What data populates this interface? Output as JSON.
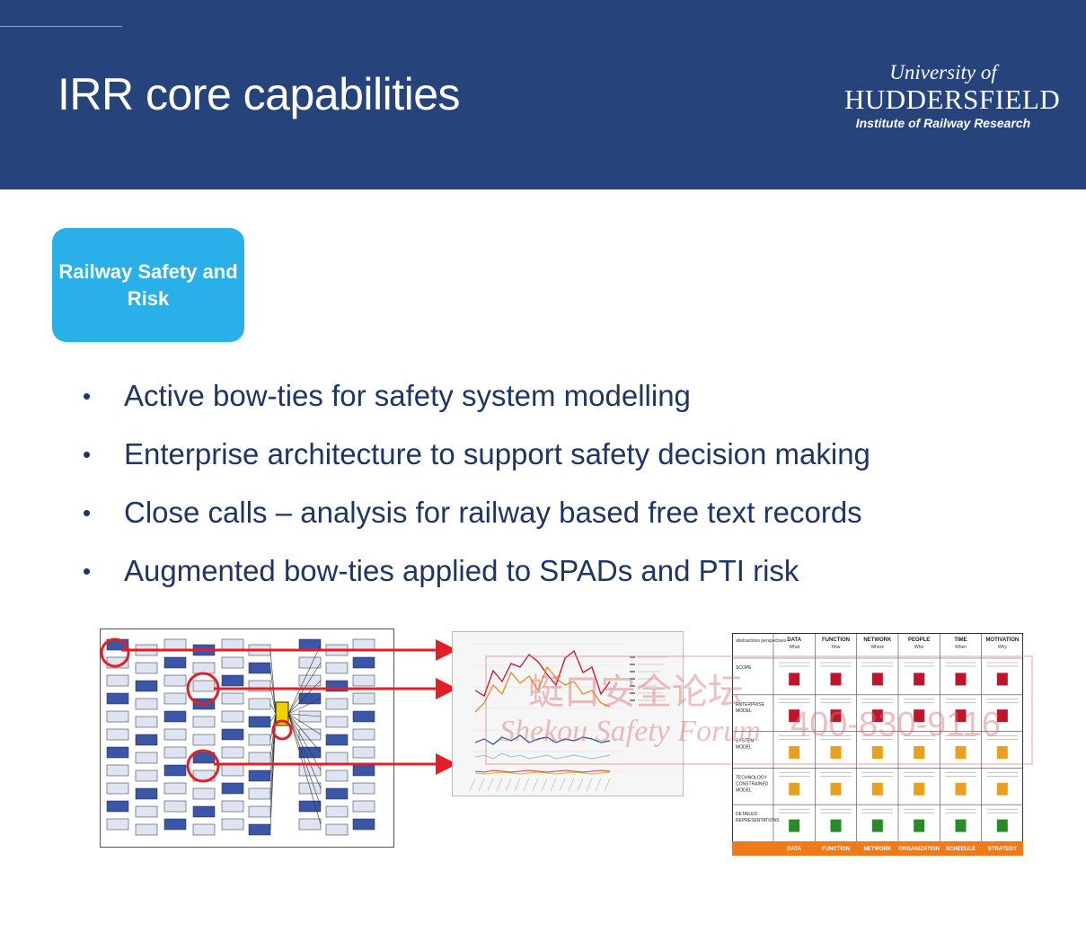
{
  "header": {
    "title": "IRR core capabilities",
    "logo": {
      "university": "University of",
      "name": "HUDDERSFIELD",
      "institute": "Institute of Railway Research"
    }
  },
  "tag": {
    "label": "Railway Safety and Risk"
  },
  "bullets": [
    "Active bow-ties for safety system modelling",
    "Enterprise architecture to support safety decision making",
    "Close calls – analysis for railway based free text records",
    "Augmented bow-ties applied to SPADs and PTI risk"
  ],
  "watermark": {
    "cn": "蜓口安全论坛",
    "en": "Shekou Safety Forum",
    "num": "400-830-9116"
  },
  "zachman": {
    "columns": [
      {
        "head": "DATA",
        "sub": "What"
      },
      {
        "head": "FUNCTION",
        "sub": "How"
      },
      {
        "head": "NETWORK",
        "sub": "Where"
      },
      {
        "head": "PEOPLE",
        "sub": "Who"
      },
      {
        "head": "TIME",
        "sub": "When"
      },
      {
        "head": "MOTIVATION",
        "sub": "Why"
      }
    ],
    "rows": [
      "SCOPE",
      "ENTERPRISE MODEL",
      "SYSTEM MODEL",
      "TECHNOLOGY CONSTRAINED MODEL",
      "DETAILED REPRESENTATIONS"
    ],
    "footer": [
      "DATA",
      "FUNCTION",
      "NETWORK",
      "ORGANIZATION",
      "SCHEDULE",
      "STRATEGY"
    ],
    "corner": "abstractions perspectives"
  },
  "colors": {
    "header_bg": "#27437c",
    "tag_bg": "#29b0e8",
    "bullet_text": "#1e3566",
    "arrow": "#e21f26"
  }
}
